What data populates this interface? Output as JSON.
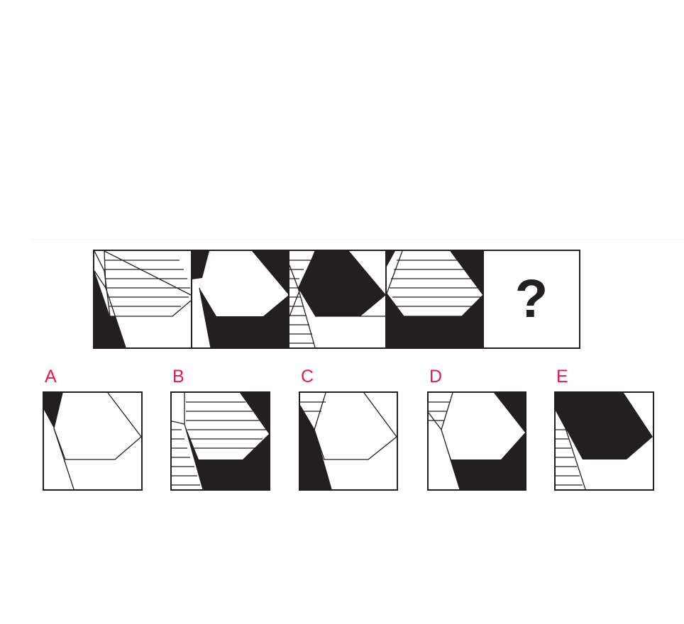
{
  "question": {
    "missing_marker": "?"
  },
  "options": [
    {
      "letter": "A"
    },
    {
      "letter": "B"
    },
    {
      "letter": "C"
    },
    {
      "letter": "D"
    },
    {
      "letter": "E"
    }
  ],
  "colors": {
    "ink": "#231f20",
    "label": "#e8194a",
    "background": "#ffffff"
  }
}
